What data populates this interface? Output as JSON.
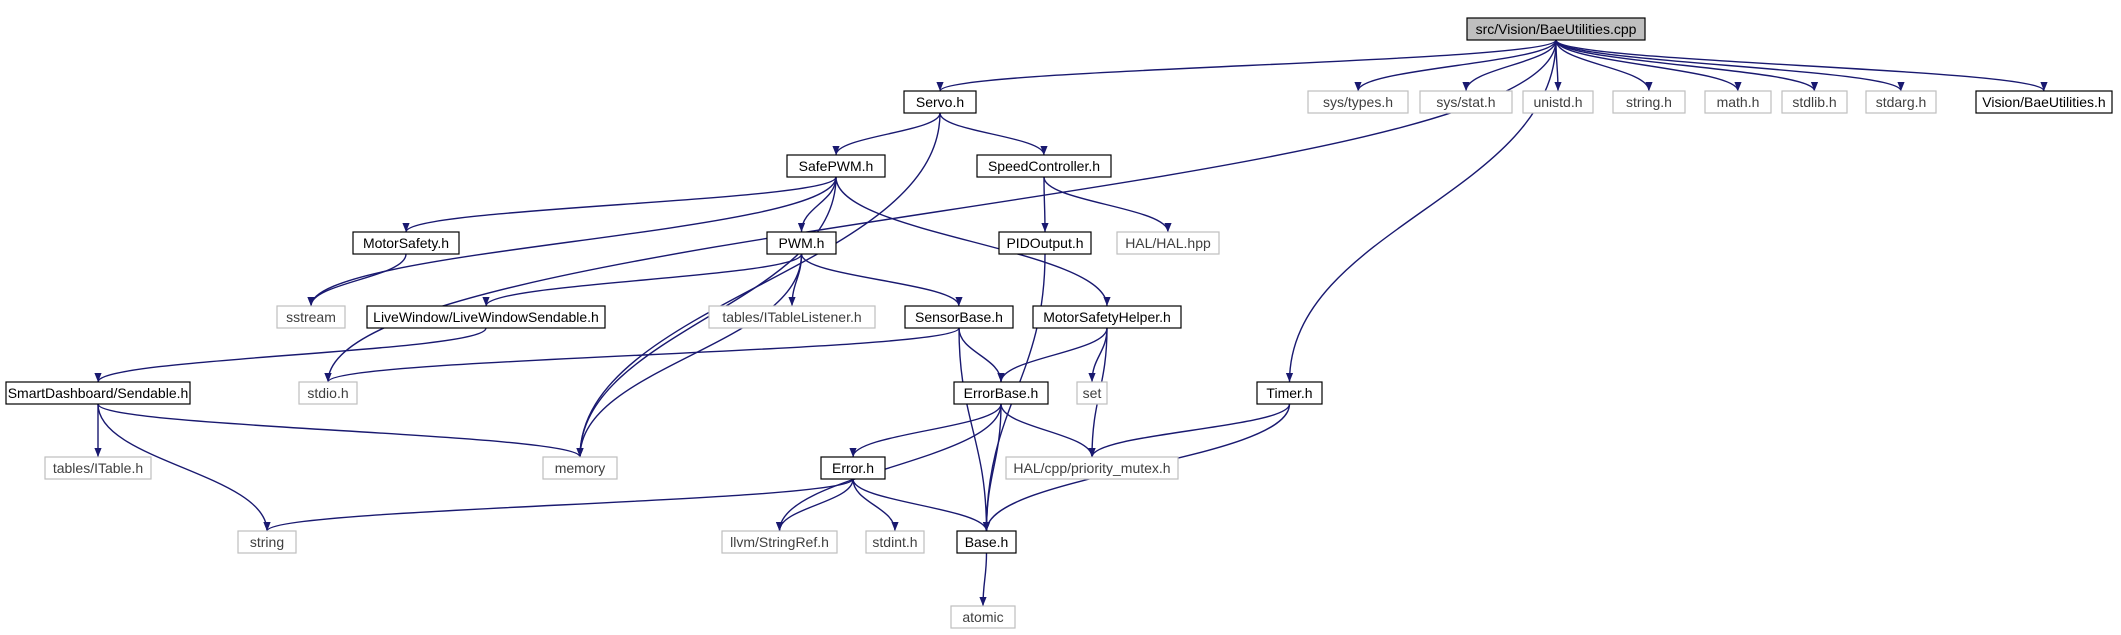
{
  "nodes": [
    {
      "id": "root",
      "label": "src/Vision/BaeUtilities.cpp",
      "kind": "root"
    },
    {
      "id": "servo",
      "label": "Servo.h",
      "kind": "doc"
    },
    {
      "id": "systypes",
      "label": "sys/types.h",
      "kind": "ext"
    },
    {
      "id": "sysstat",
      "label": "sys/stat.h",
      "kind": "ext"
    },
    {
      "id": "unistd",
      "label": "unistd.h",
      "kind": "ext"
    },
    {
      "id": "stringh",
      "label": "string.h",
      "kind": "ext"
    },
    {
      "id": "mathh",
      "label": "math.h",
      "kind": "ext"
    },
    {
      "id": "stdlib",
      "label": "stdlib.h",
      "kind": "ext"
    },
    {
      "id": "stdarg",
      "label": "stdarg.h",
      "kind": "ext"
    },
    {
      "id": "visionbae",
      "label": "Vision/BaeUtilities.h",
      "kind": "doc"
    },
    {
      "id": "safepwm",
      "label": "SafePWM.h",
      "kind": "doc"
    },
    {
      "id": "speedctrl",
      "label": "SpeedController.h",
      "kind": "doc"
    },
    {
      "id": "motorsafety",
      "label": "MotorSafety.h",
      "kind": "doc"
    },
    {
      "id": "pwm",
      "label": "PWM.h",
      "kind": "doc"
    },
    {
      "id": "pidoutput",
      "label": "PIDOutput.h",
      "kind": "doc"
    },
    {
      "id": "halhpp",
      "label": "HAL/HAL.hpp",
      "kind": "ext"
    },
    {
      "id": "sstream",
      "label": "sstream",
      "kind": "ext"
    },
    {
      "id": "livewindow",
      "label": "LiveWindow/LiveWindowSendable.h",
      "kind": "doc"
    },
    {
      "id": "itablelistener",
      "label": "tables/ITableListener.h",
      "kind": "ext"
    },
    {
      "id": "sensorbase",
      "label": "SensorBase.h",
      "kind": "doc"
    },
    {
      "id": "motorsafetyhelper",
      "label": "MotorSafetyHelper.h",
      "kind": "doc"
    },
    {
      "id": "sendable",
      "label": "SmartDashboard/Sendable.h",
      "kind": "doc"
    },
    {
      "id": "stdio",
      "label": "stdio.h",
      "kind": "ext"
    },
    {
      "id": "errorbase",
      "label": "ErrorBase.h",
      "kind": "doc"
    },
    {
      "id": "set",
      "label": "set",
      "kind": "ext"
    },
    {
      "id": "timer",
      "label": "Timer.h",
      "kind": "doc"
    },
    {
      "id": "itable",
      "label": "tables/ITable.h",
      "kind": "ext"
    },
    {
      "id": "memory",
      "label": "memory",
      "kind": "ext"
    },
    {
      "id": "primutex",
      "label": "HAL/cpp/priority_mutex.h",
      "kind": "ext"
    },
    {
      "id": "errorh",
      "label": "Error.h",
      "kind": "doc"
    },
    {
      "id": "stringstd",
      "label": "string",
      "kind": "ext"
    },
    {
      "id": "stringref",
      "label": "llvm/StringRef.h",
      "kind": "ext"
    },
    {
      "id": "stdint",
      "label": "stdint.h",
      "kind": "ext"
    },
    {
      "id": "baseh",
      "label": "Base.h",
      "kind": "doc"
    },
    {
      "id": "atomic",
      "label": "atomic",
      "kind": "ext"
    }
  ],
  "edges": [
    [
      "root",
      "servo"
    ],
    [
      "root",
      "systypes"
    ],
    [
      "root",
      "sysstat"
    ],
    [
      "root",
      "unistd"
    ],
    [
      "root",
      "stringh"
    ],
    [
      "root",
      "mathh"
    ],
    [
      "root",
      "stdlib"
    ],
    [
      "root",
      "stdarg"
    ],
    [
      "root",
      "visionbae"
    ],
    [
      "root",
      "stdio"
    ],
    [
      "root",
      "timer"
    ],
    [
      "servo",
      "safepwm"
    ],
    [
      "servo",
      "speedctrl"
    ],
    [
      "servo",
      "memory"
    ],
    [
      "safepwm",
      "motorsafety"
    ],
    [
      "safepwm",
      "sstream"
    ],
    [
      "safepwm",
      "pwm"
    ],
    [
      "safepwm",
      "memory"
    ],
    [
      "safepwm",
      "motorsafetyhelper"
    ],
    [
      "speedctrl",
      "pidoutput"
    ],
    [
      "speedctrl",
      "halhpp"
    ],
    [
      "pidoutput",
      "baseh"
    ],
    [
      "motorsafety",
      "sstream"
    ],
    [
      "pwm",
      "livewindow"
    ],
    [
      "pwm",
      "itablelistener"
    ],
    [
      "pwm",
      "sensorbase"
    ],
    [
      "pwm",
      "memory"
    ],
    [
      "livewindow",
      "sendable"
    ],
    [
      "sendable",
      "itable"
    ],
    [
      "sendable",
      "stringstd"
    ],
    [
      "sendable",
      "memory"
    ],
    [
      "sensorbase",
      "stdio"
    ],
    [
      "sensorbase",
      "errorbase"
    ],
    [
      "sensorbase",
      "baseh"
    ],
    [
      "motorsafetyhelper",
      "errorbase"
    ],
    [
      "motorsafetyhelper",
      "set"
    ],
    [
      "motorsafetyhelper",
      "primutex"
    ],
    [
      "errorbase",
      "errorh"
    ],
    [
      "errorbase",
      "stringref"
    ],
    [
      "errorbase",
      "baseh"
    ],
    [
      "errorbase",
      "primutex"
    ],
    [
      "errorh",
      "stringstd"
    ],
    [
      "errorh",
      "stringref"
    ],
    [
      "errorh",
      "stdint"
    ],
    [
      "errorh",
      "baseh"
    ],
    [
      "timer",
      "primutex"
    ],
    [
      "timer",
      "baseh"
    ],
    [
      "baseh",
      "atomic"
    ]
  ],
  "colors": {
    "edge": "#191970",
    "doc_border": "#000000",
    "ext_border": "#bfbfbf",
    "root_fill": "#bfbfbf",
    "text": "#000000",
    "ext_text": "#404040"
  }
}
